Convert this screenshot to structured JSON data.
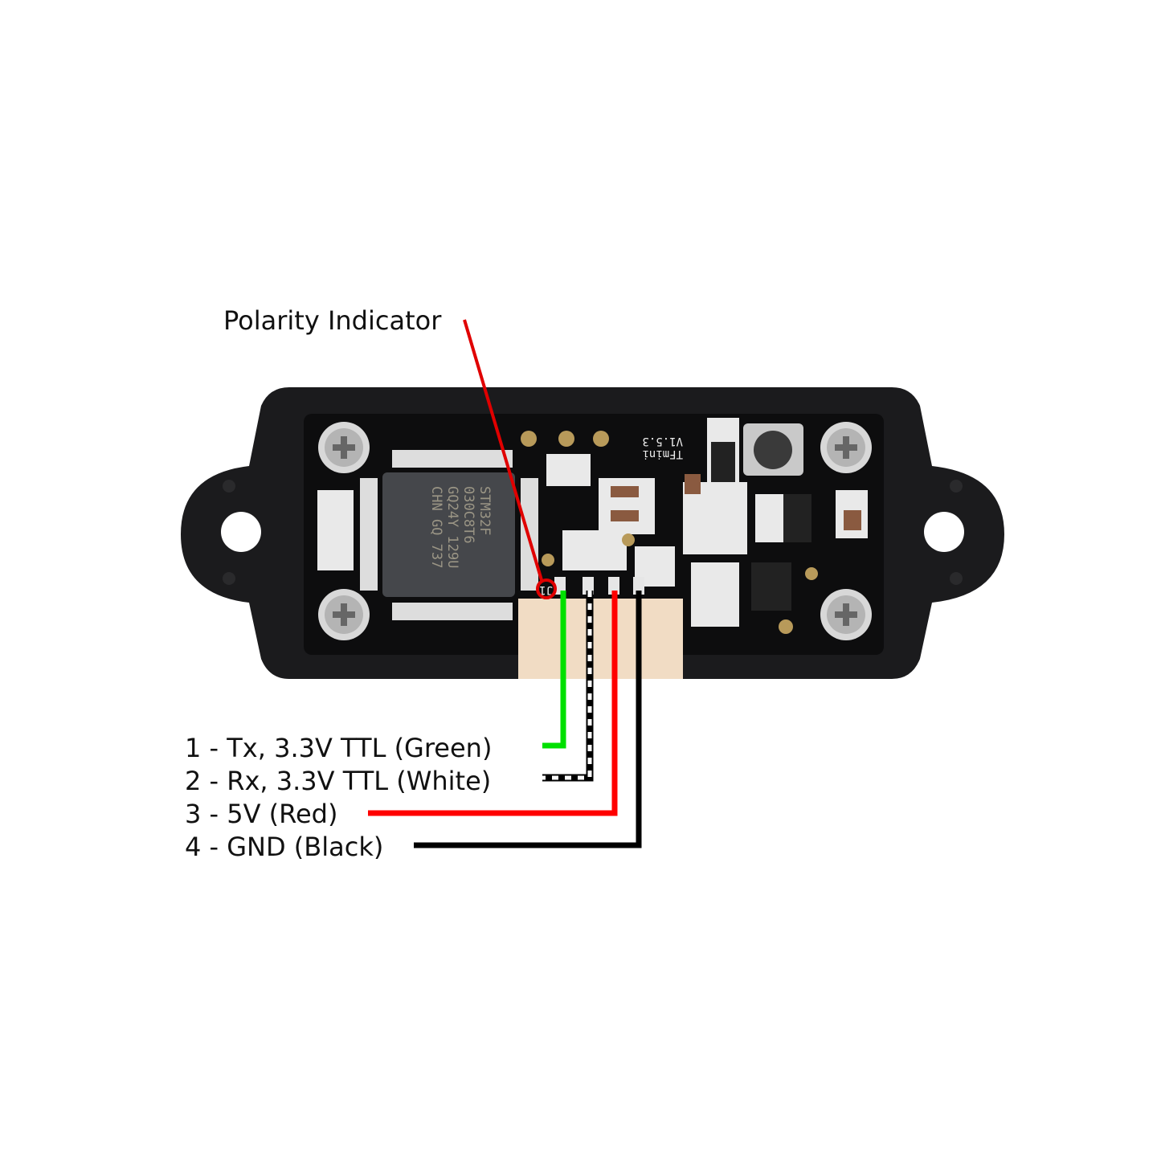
{
  "callout": {
    "label": "Polarity Indicator",
    "color": "#e00000"
  },
  "pins": [
    {
      "label": "1 - Tx, 3.3V TTL (Green)",
      "color": "#00e000"
    },
    {
      "label": "2 - Rx, 3.3V TTL (White)",
      "color": "#ffffff"
    },
    {
      "label": "3 - 5V (Red)",
      "color": "#ff0000"
    },
    {
      "label": "4 - GND (Black)",
      "color": "#000000"
    }
  ],
  "board": {
    "chip_lines": [
      "STM32F",
      "030C8T6",
      "GQ24Y 129U",
      "CHN GQ 737"
    ],
    "model": "TFmini",
    "version": "V1.5.3",
    "connector_ref": "J1"
  }
}
